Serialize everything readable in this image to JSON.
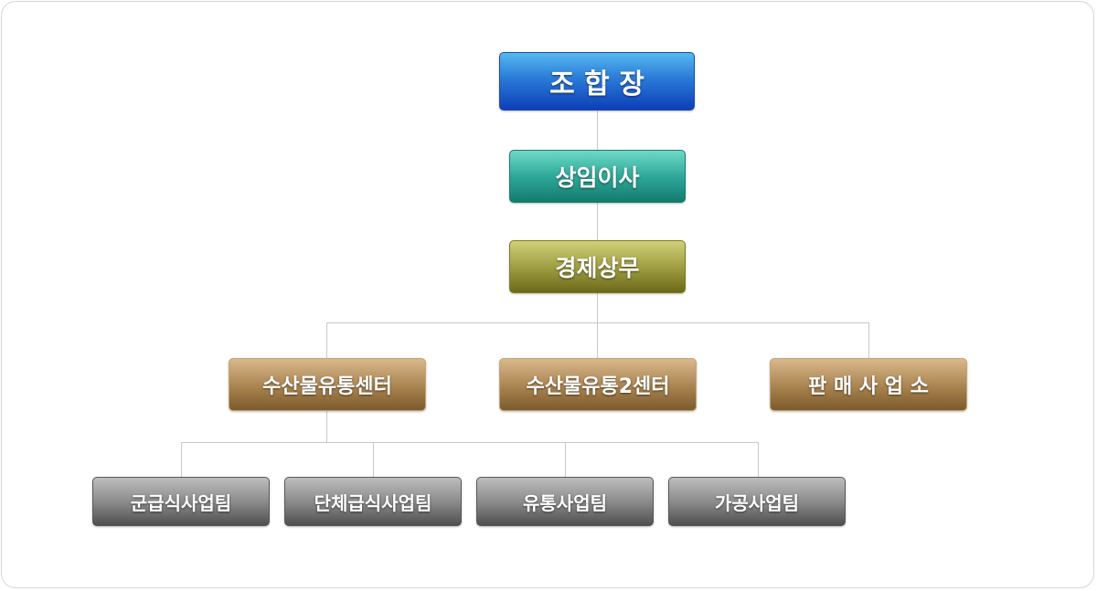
{
  "org_chart": {
    "top": {
      "label": "조 합 장"
    },
    "level2": {
      "label": "상임이사"
    },
    "level3": {
      "label": "경제상무"
    },
    "departments": [
      {
        "label": "수산물유통센터"
      },
      {
        "label": "수산물유통2센터"
      },
      {
        "label": "판 매 사 업 소"
      }
    ],
    "teams": [
      {
        "label": "군급식사업팀"
      },
      {
        "label": "단체급식사업팀"
      },
      {
        "label": "유통사업팀"
      },
      {
        "label": "가공사업팀"
      }
    ]
  },
  "colors": {
    "top": "#1a5fcf",
    "level2": "#2ea99a",
    "level3": "#9c9a3e",
    "departments": "#a9834f",
    "teams": "#7a7a7a",
    "connector": "#c8c8c8"
  }
}
